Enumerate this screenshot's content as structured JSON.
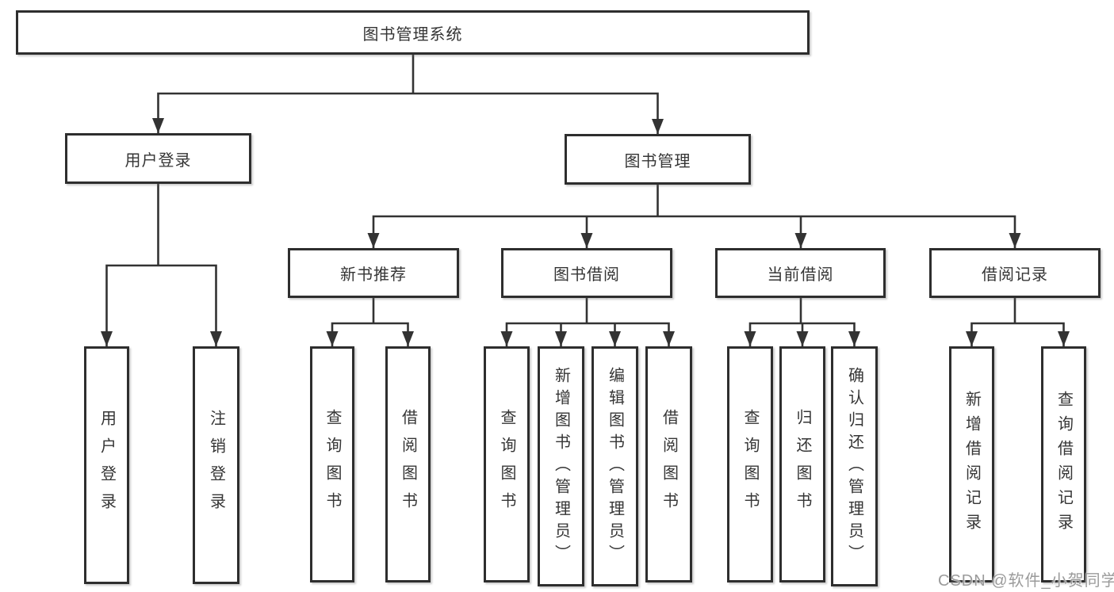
{
  "diagram": {
    "root": {
      "label": "图书管理系统"
    },
    "branches": [
      {
        "label": "用户登录",
        "children": [
          {
            "label": "用户登录"
          },
          {
            "label": "注销登录"
          }
        ]
      },
      {
        "label": "图书管理",
        "children": [
          {
            "label": "新书推荐",
            "children": [
              {
                "label": "查询图书"
              },
              {
                "label": "借阅图书"
              }
            ]
          },
          {
            "label": "图书借阅",
            "children": [
              {
                "label": "查询图书"
              },
              {
                "label": "新增图书（管理员）"
              },
              {
                "label": "编辑图书（管理员）"
              },
              {
                "label": "借阅图书"
              }
            ]
          },
          {
            "label": "当前借阅",
            "children": [
              {
                "label": "查询图书"
              },
              {
                "label": "归还图书"
              },
              {
                "label": "确认归还（管理员）"
              }
            ]
          },
          {
            "label": "借阅记录",
            "children": [
              {
                "label": "新增借阅记录"
              },
              {
                "label": "查询借阅记录"
              }
            ]
          }
        ]
      }
    ]
  },
  "watermark": {
    "text": "CSDN @软件_小贺同学"
  },
  "colors": {
    "line": "#333333",
    "box_border": "#2e2e2e",
    "text": "#353535",
    "watermark": "#9b9b9b",
    "background": "#ffffff"
  }
}
